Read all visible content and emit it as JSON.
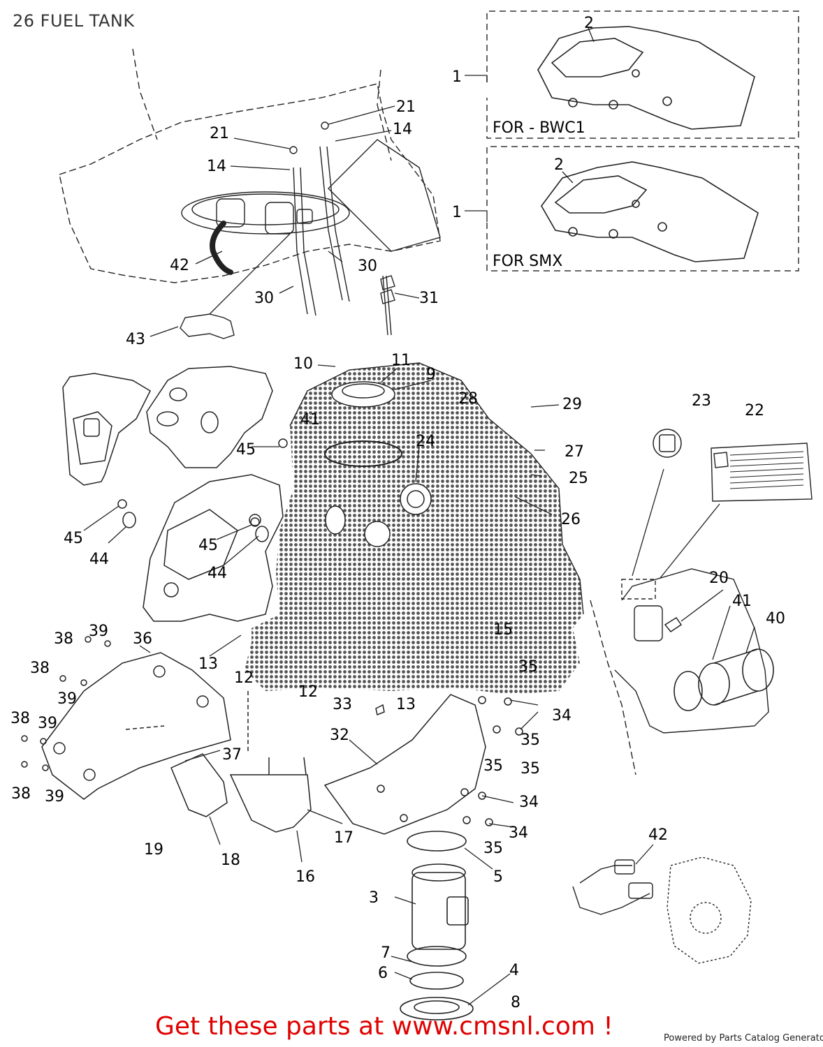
{
  "header": {
    "title": "26 FUEL TANK"
  },
  "variants": {
    "a": "FOR - BWC1",
    "b": "FOR SMX"
  },
  "callouts": {
    "c1a": "1",
    "c1b": "1",
    "c2a": "2",
    "c2b": "2",
    "c21a": "21",
    "c21b": "21",
    "c14a": "14",
    "c14b": "14",
    "c42a": "42",
    "c30a": "30",
    "c30b": "30",
    "c31": "31",
    "c43": "43",
    "c10": "10",
    "c11": "11",
    "c9": "9",
    "c28": "28",
    "c29": "29",
    "c23": "23",
    "c22": "22",
    "c41a": "41",
    "c45a": "45",
    "c24": "24",
    "c27": "27",
    "c25": "25",
    "c26": "26",
    "c45b": "45",
    "c44a": "44",
    "c45c": "45",
    "c44b": "44",
    "c20": "20",
    "c41b": "41",
    "c40": "40",
    "c38a": "38",
    "c39a": "39",
    "c36": "36",
    "c38b": "38",
    "c39b": "39",
    "c13a": "13",
    "c12a": "12",
    "c15": "15",
    "c35a": "35",
    "c12b": "12",
    "c33": "33",
    "c13b": "13",
    "c34a": "34",
    "c38c": "38",
    "c39c": "39",
    "c32": "32",
    "c35b": "35",
    "c37": "37",
    "c35c": "35",
    "c35d": "35",
    "c38d": "38",
    "c39d": "39",
    "c34b": "34",
    "c34c": "34",
    "c17": "17",
    "c19": "19",
    "c18": "18",
    "c35e": "35",
    "c42b": "42",
    "c16": "16",
    "c5": "5",
    "c3": "3",
    "c7": "7",
    "c4": "4",
    "c6": "6",
    "c8": "8"
  },
  "footer": {
    "cta": "Get these parts at www.cmsnl.com !",
    "powered": "Powered by Parts Catalog Generator"
  },
  "colors": {
    "cta": "#e00000",
    "line": "#222222",
    "dots": "#555555"
  }
}
